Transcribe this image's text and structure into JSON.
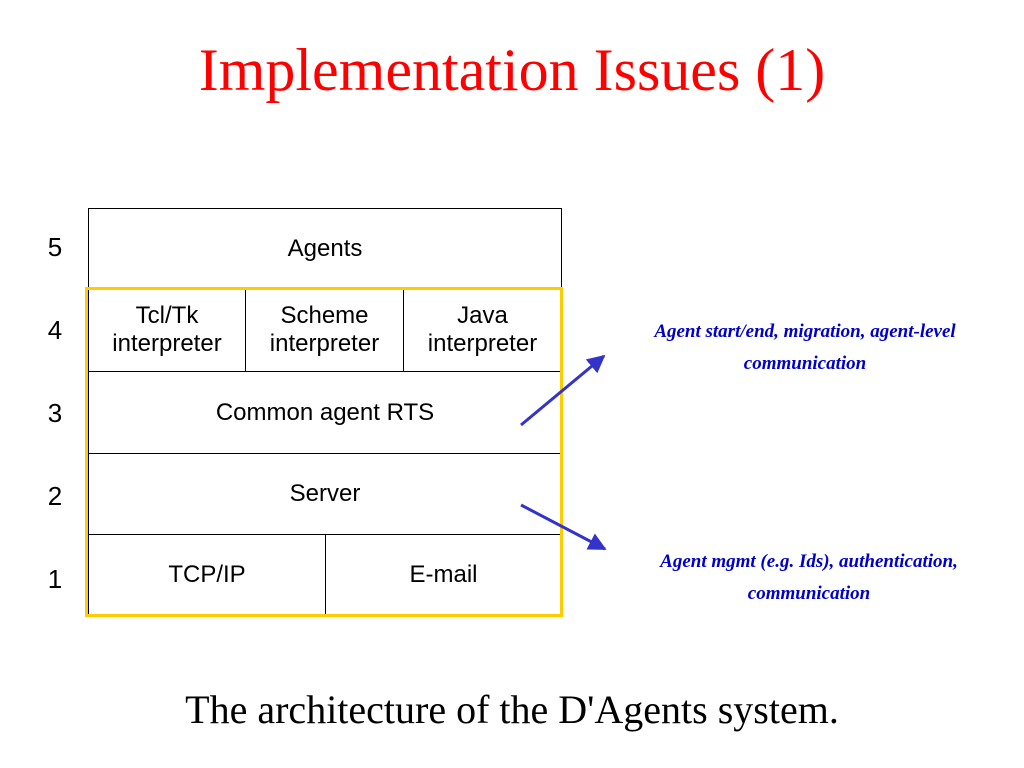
{
  "title": "Implementation Issues (1)",
  "caption": "The architecture of the D'Agents system.",
  "layer_numbers": [
    "5",
    "4",
    "3",
    "2",
    "1"
  ],
  "layers": {
    "agents": "Agents",
    "tcltk": "Tcl/Tk\ninterpreter",
    "scheme": "Scheme\ninterpreter",
    "java": "Java\ninterpreter",
    "rts": "Common agent RTS",
    "server": "Server",
    "tcpip": "TCP/IP",
    "email": "E-mail"
  },
  "annotations": {
    "upper": "Agent start/end, migration, agent-level\ncommunication",
    "lower": "Agent mgmt (e.g. Ids), authentication,\ncommunication"
  },
  "colors": {
    "title": "#ff0000",
    "highlight_border": "#ffcc00",
    "annotation_text": "#0000cc",
    "arrow": "#3333cc"
  }
}
